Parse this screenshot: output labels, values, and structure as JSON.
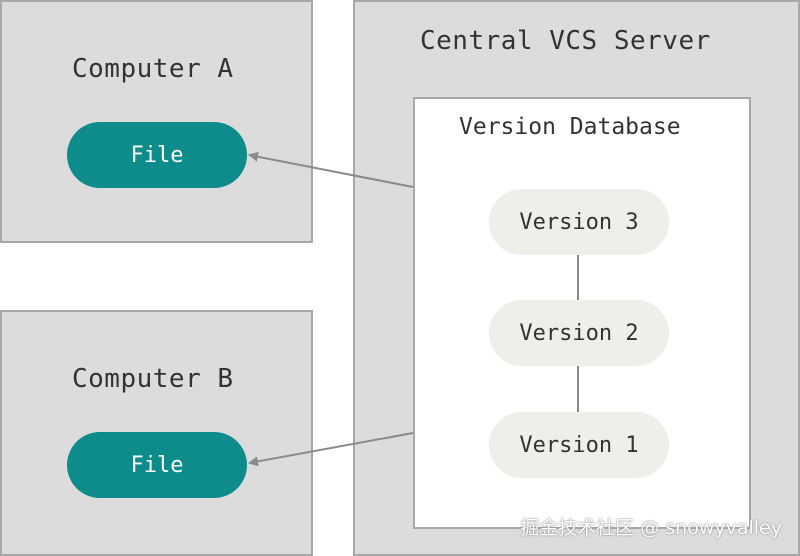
{
  "computer_a": {
    "title": "Computer A",
    "file_label": "File"
  },
  "computer_b": {
    "title": "Computer B",
    "file_label": "File"
  },
  "server": {
    "title": "Central VCS Server",
    "database": {
      "title": "Version Database",
      "versions": [
        "Version 3",
        "Version 2",
        "Version 1"
      ]
    }
  },
  "watermark": "掘金技术社区 @ snowyvalley",
  "colors": {
    "box_fill": "#dcdcdc",
    "box_border": "#a7a7a7",
    "file_fill": "#0e8b8b",
    "version_fill": "#efeee9",
    "arrow": "#8a8a8a"
  }
}
